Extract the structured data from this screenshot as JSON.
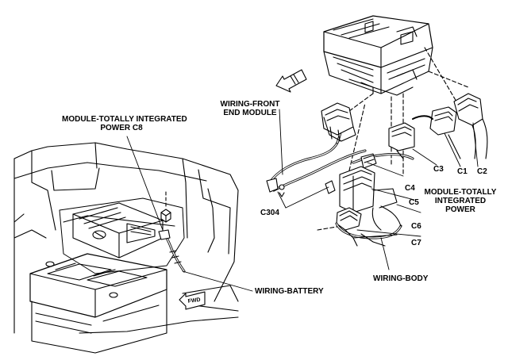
{
  "labels": {
    "module_c8": [
      "MODULE-TOTALLY INTEGRATED",
      "POWER C8"
    ],
    "wiring_front": [
      "WIRING-FRONT",
      "END MODULE"
    ],
    "wiring_battery": "WIRING-BATTERY",
    "wiring_body": "WIRING-BODY",
    "c304": "C304",
    "c1": "C1",
    "c2": "C2",
    "c3": "C3",
    "c4": "C4",
    "c5": "C5",
    "c6": "C6",
    "c7": "C7",
    "module_tipm": [
      "MODULE-TOTALLY",
      "INTEGRATED",
      "POWER"
    ]
  },
  "forward_arrow_text": "FWD",
  "colors": {
    "line": "#000000",
    "background": "#ffffff"
  }
}
